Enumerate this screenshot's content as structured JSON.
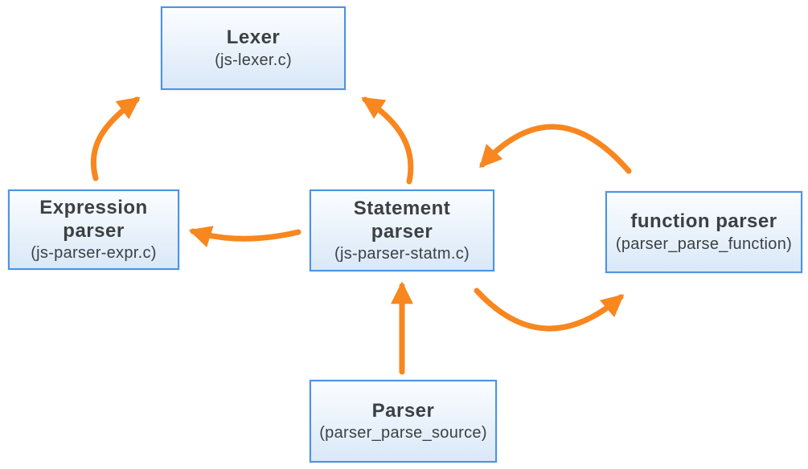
{
  "colors": {
    "arrow": "#F7871E",
    "node_border": "#4D93E6",
    "node_fill_top": "#FBFDFF",
    "node_fill_bottom": "#D9E8F8",
    "text": "#3C4043"
  },
  "nodes": [
    {
      "id": "lexer",
      "title": "Lexer",
      "subtitle": "(js-lexer.c)"
    },
    {
      "id": "expression-parser",
      "title": "Expression\nparser",
      "subtitle": "(js-parser-expr.c)"
    },
    {
      "id": "statement-parser",
      "title": "Statement\nparser",
      "subtitle": "(js-parser-statm.c)"
    },
    {
      "id": "function-parser",
      "title": "function parser",
      "subtitle": "(parser_parse_function)"
    },
    {
      "id": "parser",
      "title": "Parser",
      "subtitle": "(parser_parse_source)"
    }
  ],
  "edges": [
    {
      "from": "expression-parser",
      "to": "lexer"
    },
    {
      "from": "statement-parser",
      "to": "lexer"
    },
    {
      "from": "statement-parser",
      "to": "expression-parser"
    },
    {
      "from": "function-parser",
      "to": "statement-parser"
    },
    {
      "from": "statement-parser",
      "to": "function-parser"
    },
    {
      "from": "parser",
      "to": "statement-parser"
    }
  ]
}
